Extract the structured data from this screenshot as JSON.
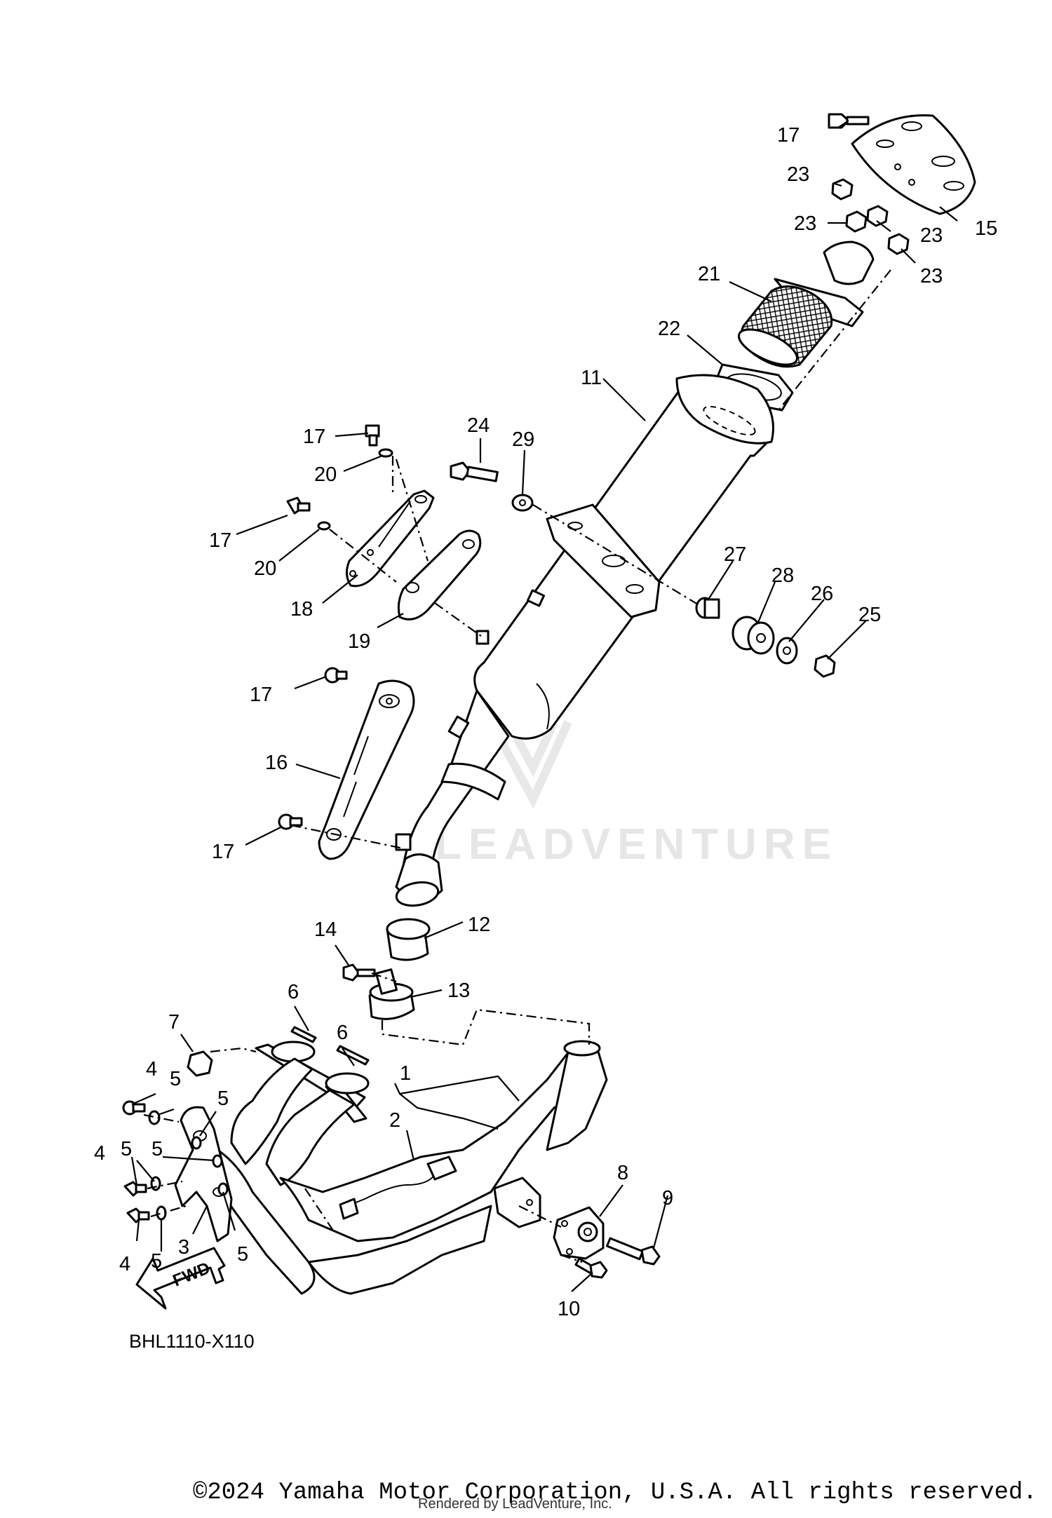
{
  "diagram": {
    "code": "BHL1110-X110",
    "watermark": "LEADVENTURE",
    "fwd_label": "FWD",
    "callouts": {
      "c1": "1",
      "c2": "2",
      "c3": "3",
      "c4a": "4",
      "c4b": "4",
      "c4c": "4",
      "c5a": "5",
      "c5b": "5",
      "c5c": "5",
      "c5d": "5",
      "c5e": "5",
      "c5f": "5",
      "c6a": "6",
      "c6b": "6",
      "c7": "7",
      "c8": "8",
      "c9": "9",
      "c10": "10",
      "c11": "11",
      "c12": "12",
      "c13": "13",
      "c14": "14",
      "c15": "15",
      "c16": "16",
      "c17a": "17",
      "c17b": "17",
      "c17c": "17",
      "c17d": "17",
      "c17e": "17",
      "c18": "18",
      "c19": "19",
      "c20a": "20",
      "c20b": "20",
      "c21": "21",
      "c22": "22",
      "c23a": "23",
      "c23b": "23",
      "c23c": "23",
      "c23d": "23",
      "c24": "24",
      "c25": "25",
      "c26": "26",
      "c27": "27",
      "c28": "28",
      "c29": "29"
    }
  },
  "footer": {
    "copyright": "©2024 Yamaha Motor Corporation, U.S.A. All rights reserved.",
    "rendered_by": "Rendered by LeadVenture, Inc."
  }
}
